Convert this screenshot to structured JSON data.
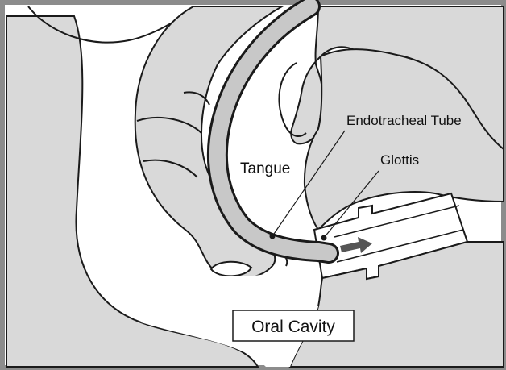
{
  "labels": {
    "endotracheal_tube": "Endotracheal Tube",
    "glottis": "Glottis",
    "tongue": "Tangue",
    "oral_cavity": "Oral Cavity"
  },
  "colors": {
    "frame": "#8c8c8c",
    "tissue": "#d9d9d9",
    "tube": "#c8c8c8",
    "outline": "#1a1a1a",
    "arrow": "#555555"
  },
  "icons": {
    "direction_arrow": "right-arrow-icon"
  }
}
